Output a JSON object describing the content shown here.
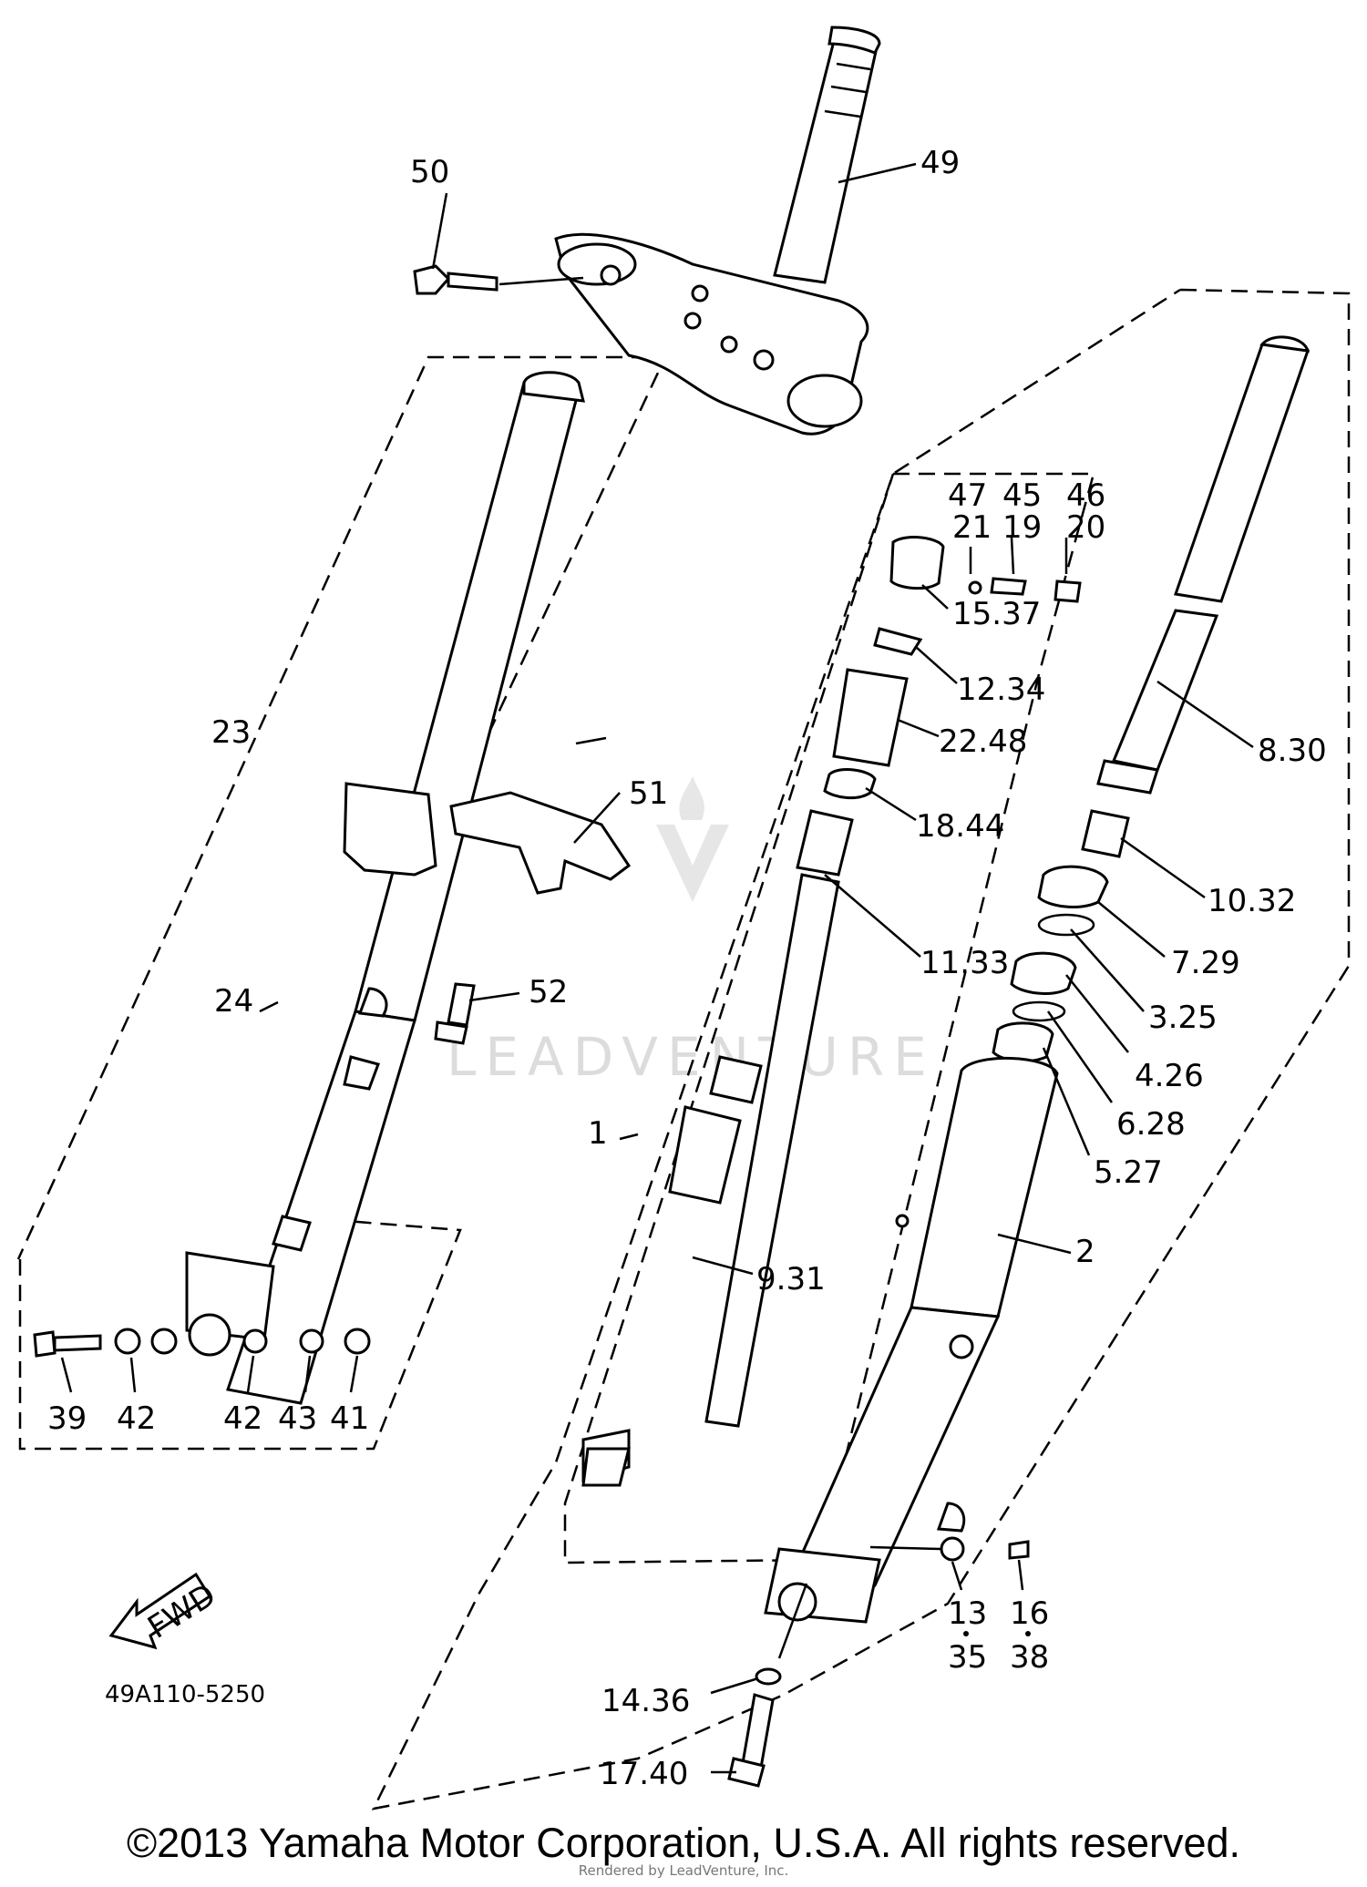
{
  "part_labels": {
    "p50": "50",
    "p49": "49",
    "p23": "23",
    "p51": "51",
    "p24": "24",
    "p52": "52",
    "p1": "1",
    "p2": "2",
    "p47": "47",
    "p45": "45",
    "p46": "46",
    "p21": "21",
    "p19": "19",
    "p20": "20",
    "p1537": "15.37",
    "p1234": "12.34",
    "p2248": "22.48",
    "p1844": "18.44",
    "p1133": "11.33",
    "p931": "9.31",
    "p830": "8.30",
    "p1032": "10.32",
    "p729": "7.29",
    "p325": "3.25",
    "p426": "4.26",
    "p628": "6.28",
    "p527": "5.27",
    "p39": "39",
    "p42a": "42",
    "p42b": "42",
    "p43": "43",
    "p41": "41",
    "p13": "13",
    "p35": "35",
    "p16": "16",
    "p38": "38",
    "p1436": "14.36",
    "p1740": "17.40"
  },
  "fwd_label": "FWD",
  "diagram_code": "49A110-5250",
  "watermark": "LEADVENTURE",
  "copyright": "©2013 Yamaha Motor Corporation, U.S.A. All rights reserved.",
  "rendered_by": "Rendered by LeadVenture, Inc."
}
